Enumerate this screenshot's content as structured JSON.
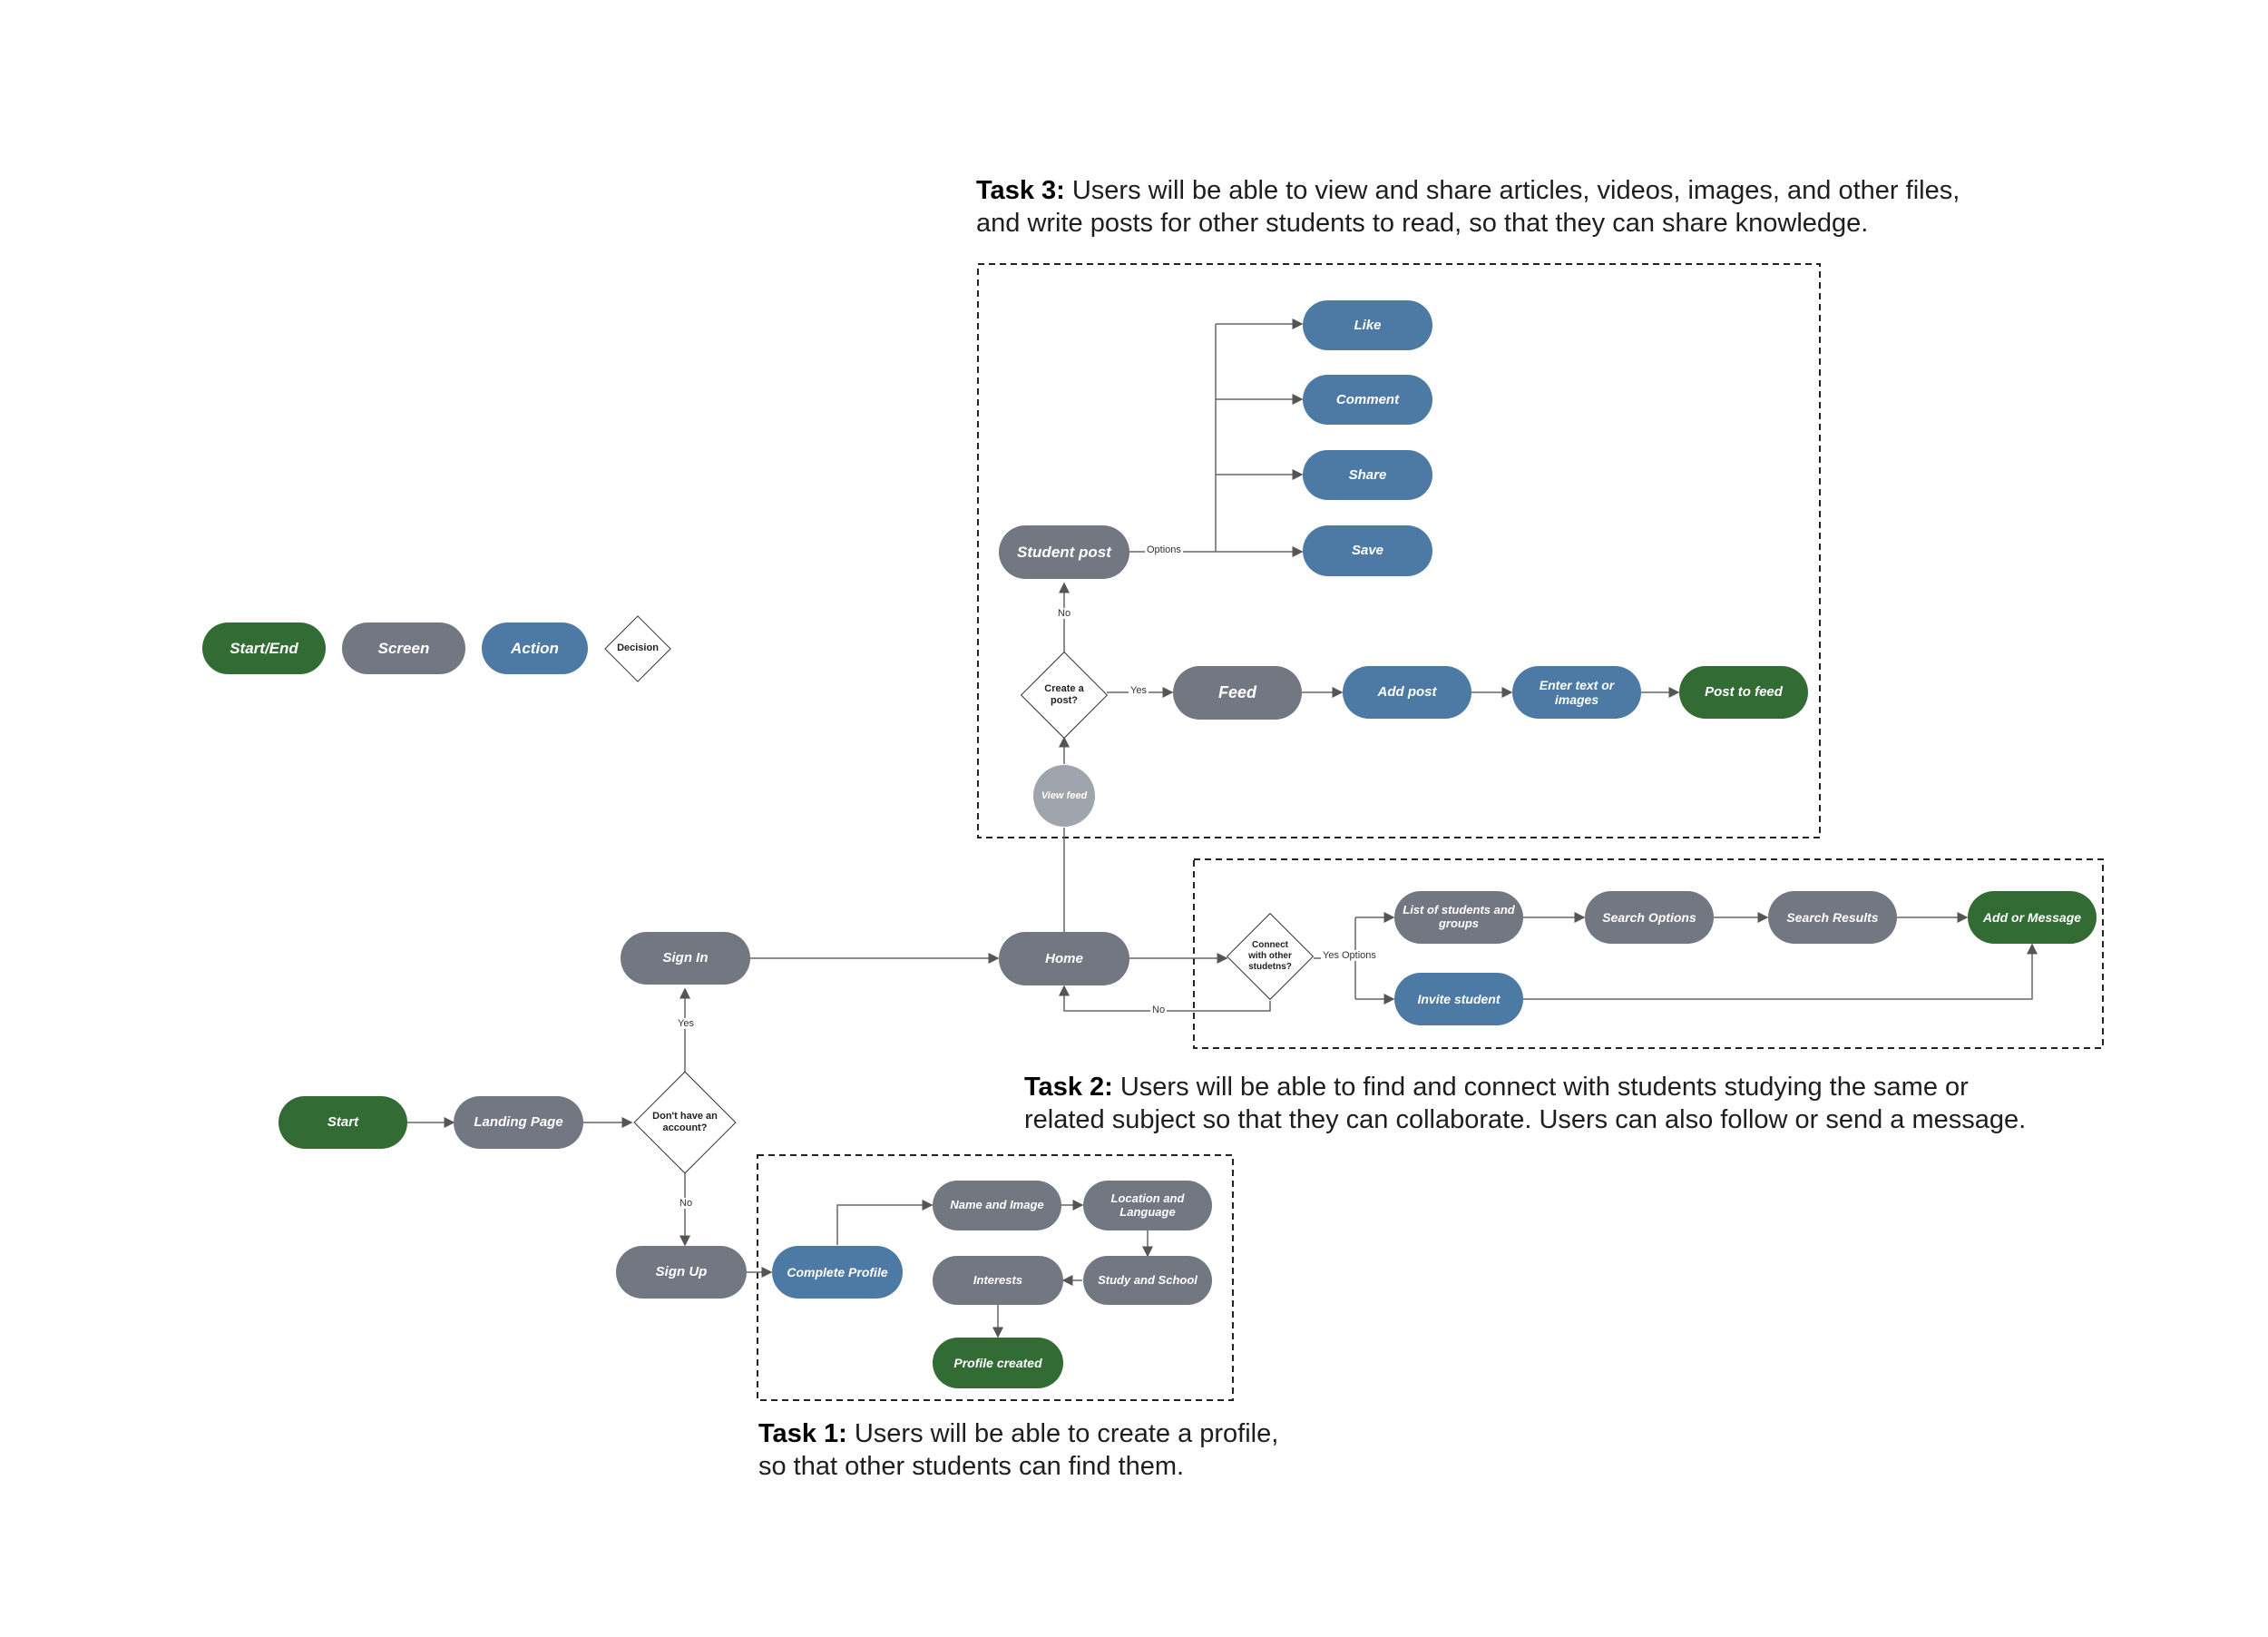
{
  "legend": {
    "start_end": "Start/End",
    "screen": "Screen",
    "action": "Action",
    "decision": "Decision"
  },
  "tasks": {
    "task3": {
      "label": "Task 3:",
      "text": "Users will be able to view and share articles, videos, images, and other files,",
      "text2": "and write posts for other students to read, so that they can share knowledge."
    },
    "task2": {
      "label": "Task 2:",
      "text": "Users will be able to find and connect with students studying the same or",
      "text2": "related subject so that they can collaborate. Users can also follow or send a message."
    },
    "task1": {
      "label": "Task 1:",
      "text": "Users will be able to create a profile,",
      "text2": "so that other students can find them."
    }
  },
  "nodes": {
    "start": "Start",
    "landing_page": "Landing Page",
    "dont_have_account": "Don't have an account?",
    "sign_in": "Sign In",
    "sign_up": "Sign Up",
    "home": "Home",
    "view_feed": "View feed",
    "create_post": "Create a post?",
    "student_post": "Student post",
    "like": "Like",
    "comment": "Comment",
    "share": "Share",
    "save": "Save",
    "feed": "Feed",
    "add_post": "Add post",
    "enter_text": "Enter text or images",
    "post_to_feed": "Post to feed",
    "connect_students": "Connect with other studetns?",
    "list_students": "List of students and groups",
    "search_options": "Search Options",
    "search_results": "Search Results",
    "add_or_message": "Add or Message",
    "invite_student": "Invite student",
    "complete_profile": "Complete Profile",
    "name_image": "Name and Image",
    "location_language": "Location and Language",
    "study_school": "Study and School",
    "interests": "Interests",
    "profile_created": "Profile created"
  },
  "edge_labels": {
    "yes_signin": "Yes",
    "no_signup": "No",
    "options": "Options",
    "no_student_post": "No",
    "yes_feed": "Yes",
    "yes_options": "Yes Options",
    "no_home": "No"
  },
  "colors": {
    "start_end": "#336b34",
    "screen": "#727782",
    "action": "#4d7aa4",
    "view_feed": "#a0a4ac"
  }
}
